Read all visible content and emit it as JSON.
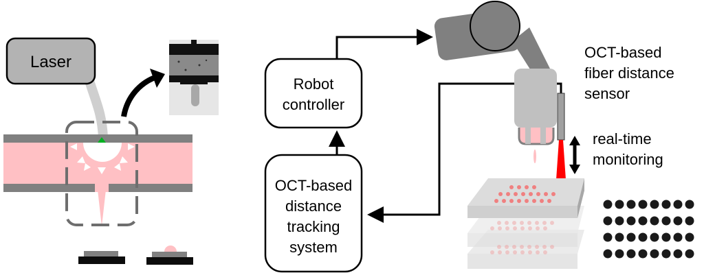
{
  "left_panel": {
    "laser_label": "Laser"
  },
  "flow_diagram": {
    "robot_controller": [
      "Robot",
      "controller"
    ],
    "tracking_system": [
      "OCT-based",
      "distance",
      "tracking",
      "system"
    ]
  },
  "annotations": {
    "sensor_label": [
      "OCT-based",
      "fiber distance",
      "sensor"
    ],
    "monitoring_label": [
      "real-time",
      "monitoring"
    ]
  },
  "colors": {
    "tissue_pink": "#ffc0c4",
    "channel_gray": "#808080",
    "laser_box": "#b3b3b3",
    "robot_dark": "#808080",
    "robot_light": "#c0c0c0",
    "beam_red": "#ff0000",
    "focus_green": "#00b020",
    "dot_pink": "#f08080"
  }
}
